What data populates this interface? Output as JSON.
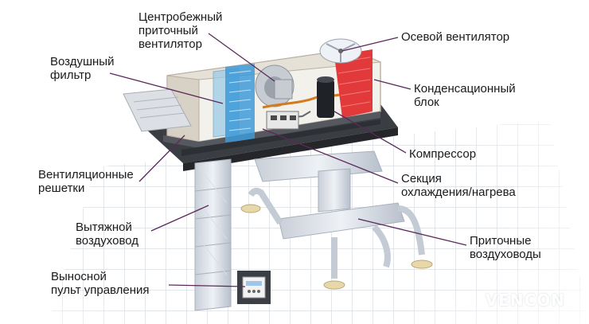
{
  "labels": {
    "centrifugal_fan": "Центробежный\nприточный\nвентилятор",
    "axial_fan": "Осевой вентилятор",
    "air_filter": "Воздушный\nфильтр",
    "condenser_unit": "Конденсационный\nблок",
    "compressor": "Компрессор",
    "vent_grilles": "Вентиляционные\nрешетки",
    "cooling_heating_section": "Секция\nохлаждения/нагрева",
    "exhaust_duct": "Вытяжной\nвоздуховод",
    "supply_ducts": "Приточные\nвоздуховоды",
    "remote_control": "Выносной\nпульт управления"
  },
  "brand": {
    "logo_text": "VENCON"
  },
  "colors": {
    "background": "#ffffff",
    "tile_grid": "#d9dde2",
    "cooling_coil": "#3d9ad8",
    "condenser": "#e23a3a",
    "housing": "#b9b0a2",
    "leader_line": "#5a2a5a"
  }
}
